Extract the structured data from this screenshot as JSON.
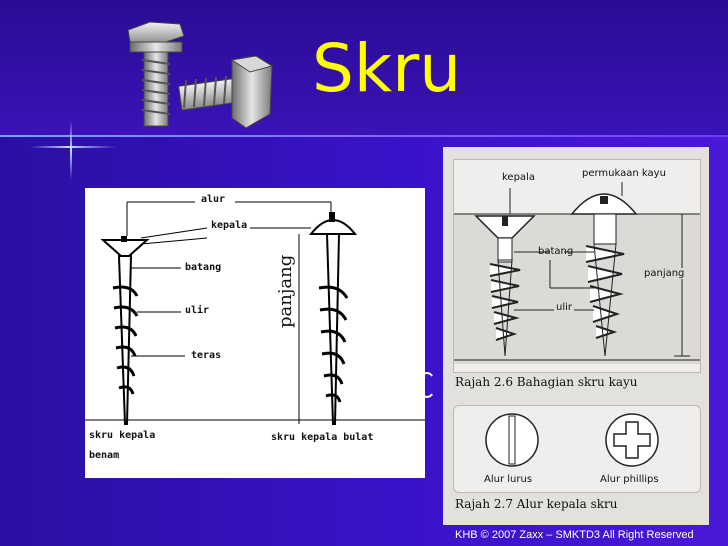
{
  "slide": {
    "title": "Skru",
    "footer": "KHB © 2007 Zaxx – SMKTD3 All Right Reserved"
  },
  "colors": {
    "background": "#3a12c8",
    "title": "#ffff00",
    "footer": "#ffffff"
  },
  "icons": {
    "title_image": "hex-bolt-screws-icon"
  },
  "left_figure": {
    "labels": {
      "alur": "alur",
      "kepala": "kepala",
      "batang": "batang",
      "ulir": "ulir",
      "teras": "teras",
      "panjang": "panjang"
    },
    "captions": {
      "left_line1": "skru kepala",
      "left_line2": "benam",
      "right": "skru kepala bulat"
    }
  },
  "right_figure": {
    "labels": {
      "kepala": "kepala",
      "permukaan_kayu": "permukaan kayu",
      "batang": "batang",
      "panjang": "panjang",
      "ulir": "ulir"
    },
    "caption_top": "Rajah 2.6 Bahagian skru kayu",
    "slot_labels": {
      "alur_lurus": "Alur lurus",
      "alur_phillips": "Alur phillips"
    },
    "caption_bottom": "Rajah 2.7 Alur kepala skru"
  }
}
